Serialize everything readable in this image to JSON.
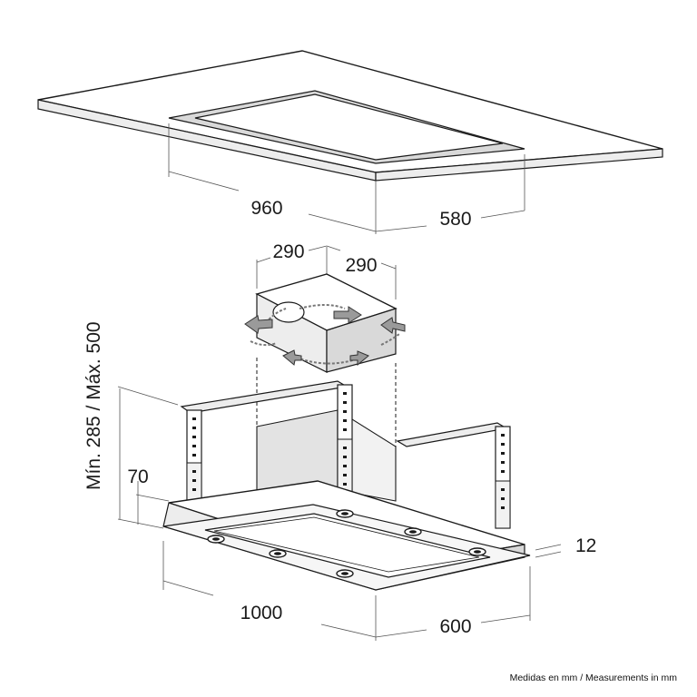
{
  "dimensions": {
    "ceiling_cutout_length": "960",
    "ceiling_cutout_width": "580",
    "chimney_width_a": "290",
    "chimney_width_b": "290",
    "height_range": "Mín. 285 / Máx. 500",
    "hood_frame_height": "70",
    "hood_lip": "12",
    "hood_length": "1000",
    "hood_width": "600"
  },
  "footnote": "Medidas en mm / Measurements in mm"
}
